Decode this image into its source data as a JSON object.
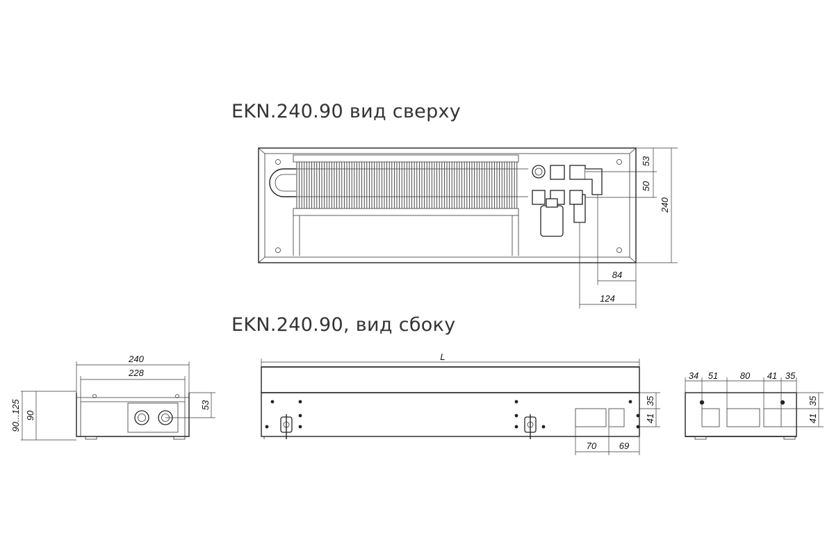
{
  "titles": {
    "top_view": "EKN.240.90 вид сверху",
    "side_view": "EKN.240.90, вид сбоку"
  },
  "top_view_dims": {
    "d53": "53",
    "d50": "50",
    "d240": "240",
    "d84": "84",
    "d124": "124"
  },
  "end_view_dims": {
    "d240": "240",
    "d228": "228",
    "d90_125": "90...125",
    "d90": "90",
    "d53": "53"
  },
  "side_view_dims": {
    "L": "L",
    "d35": "35",
    "d41": "41",
    "d70": "70",
    "d69": "69"
  },
  "right_end_dims": {
    "d34": "34",
    "d51": "51",
    "d80": "80",
    "d41": "41",
    "d35": "35",
    "v35": "35",
    "v41": "41"
  }
}
